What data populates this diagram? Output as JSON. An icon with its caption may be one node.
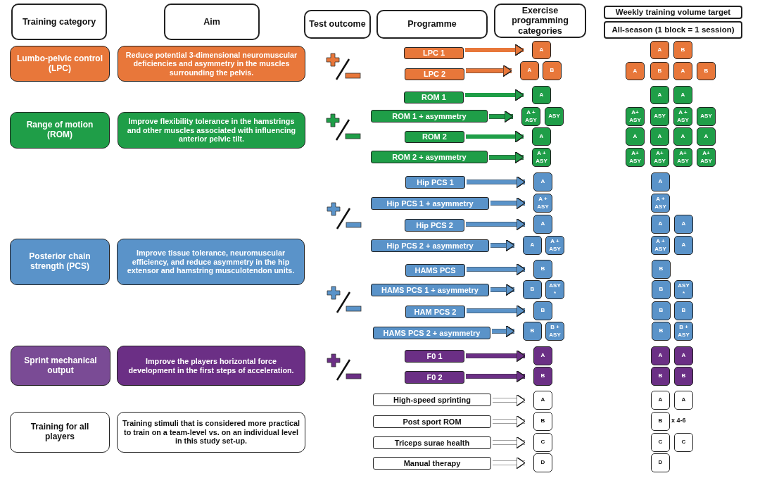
{
  "diagram": {
    "nodes": [
      {
        "text": [
          "Training category"
        ]
      },
      {
        "text": [
          "Aim"
        ]
      },
      {
        "text": [
          "Test outcome"
        ]
      },
      {
        "text": [
          "Programme"
        ]
      },
      {
        "text": [
          "Exercise programming categories"
        ]
      },
      {
        "text": [
          "Weekly training volume target"
        ]
      },
      {
        "text": [
          "All-season (1 block = 1 session)"
        ]
      },
      {
        "text": [
          "Lumbo-pelvic control (LPC)"
        ]
      },
      {
        "text": [
          "Reduce potential 3-dimensional neuromuscular deficiencies and asymmetry in the muscles surrounding the pelvis."
        ]
      },
      {
        "text": [
          "LPC 1"
        ]
      },
      {
        "text": [
          "A"
        ]
      },
      {
        "text": [
          "A"
        ]
      },
      {
        "text": [
          "B"
        ]
      },
      {
        "text": [
          "LPC 2"
        ]
      },
      {
        "text": [
          "A"
        ]
      },
      {
        "text": [
          "B"
        ]
      },
      {
        "text": [
          "A"
        ]
      },
      {
        "text": [
          "B"
        ]
      },
      {
        "text": [
          "A"
        ]
      },
      {
        "text": [
          "B"
        ]
      },
      {
        "text": [
          "Range of motion (ROM)"
        ]
      },
      {
        "text": [
          "Improve flexibility tolerance in the hamstrings and other muscles associated with influencing anterior pelvic tilt."
        ]
      },
      {
        "text": [
          "ROM 1"
        ]
      },
      {
        "text": [
          "A"
        ]
      },
      {
        "text": [
          "A"
        ]
      },
      {
        "text": [
          "A"
        ]
      },
      {
        "text": [
          "ROM 1 + asymmetry"
        ]
      },
      {
        "text": [
          "A + ASY"
        ]
      },
      {
        "text": [
          "ASY"
        ]
      },
      {
        "text": [
          "A+ ASY"
        ]
      },
      {
        "text": [
          "ASY"
        ]
      },
      {
        "text": [
          "A + ASY"
        ]
      },
      {
        "text": [
          "ASY"
        ]
      },
      {
        "text": [
          "ROM 2"
        ]
      },
      {
        "text": [
          "A"
        ]
      },
      {
        "text": [
          "A"
        ]
      },
      {
        "text": [
          "A"
        ]
      },
      {
        "text": [
          "A"
        ]
      },
      {
        "text": [
          "A"
        ]
      },
      {
        "text": [
          "ROM 2 + asymmetry"
        ]
      },
      {
        "text": [
          "A + ASY"
        ]
      },
      {
        "text": [
          "A+ ASY"
        ]
      },
      {
        "text": [
          "A+ ASY"
        ]
      },
      {
        "text": [
          "A+ ASY"
        ]
      },
      {
        "text": [
          "A+ ASY"
        ]
      },
      {
        "text": [
          "Posterior chain strength (PCS)"
        ]
      },
      {
        "text": [
          "Improve tissue tolerance, neuromuscular efficiency, and reduce asymmetry in the hip extensor and hamstring musculotendon units."
        ]
      },
      {
        "text": [
          "Hip PCS 1"
        ]
      },
      {
        "text": [
          "A"
        ]
      },
      {
        "text": [
          "A"
        ]
      },
      {
        "text": [
          "Hip PCS 1 + asymmetry"
        ]
      },
      {
        "text": [
          "A + ASY"
        ]
      },
      {
        "text": [
          "A + ASY"
        ]
      },
      {
        "text": [
          "Hip PCS 2"
        ]
      },
      {
        "text": [
          "A"
        ]
      },
      {
        "text": [
          "A"
        ]
      },
      {
        "text": [
          "A"
        ]
      },
      {
        "text": [
          "Hip PCS 2 + asymmetry"
        ]
      },
      {
        "text": [
          "A"
        ]
      },
      {
        "text": [
          "A + ASY"
        ]
      },
      {
        "text": [
          "A + ASY"
        ]
      },
      {
        "text": [
          "A"
        ]
      },
      {
        "text": [
          "HAMS PCS"
        ]
      },
      {
        "text": [
          "B"
        ]
      },
      {
        "text": [
          "B"
        ]
      },
      {
        "text": [
          "HAMS PCS 1 + asymmetry"
        ]
      },
      {
        "text": [
          "B"
        ]
      },
      {
        "text": [
          "ASY *"
        ]
      },
      {
        "text": [
          "B"
        ]
      },
      {
        "text": [
          "ASY *"
        ]
      },
      {
        "text": [
          "HAM PCS 2"
        ]
      },
      {
        "text": [
          "B"
        ]
      },
      {
        "text": [
          "B"
        ]
      },
      {
        "text": [
          "B"
        ]
      },
      {
        "text": [
          "HAMS PCS 2 + asymmetry"
        ]
      },
      {
        "text": [
          "B"
        ]
      },
      {
        "text": [
          "B + ASY"
        ]
      },
      {
        "text": [
          "B"
        ]
      },
      {
        "text": [
          "B + ASY"
        ]
      },
      {
        "text": [
          "Sprint mechanical output"
        ]
      },
      {
        "text": [
          "Improve the players horizontal force development in the first steps of acceleration."
        ]
      },
      {
        "text": [
          "F0 1"
        ]
      },
      {
        "text": [
          "A"
        ]
      },
      {
        "text": [
          "A"
        ]
      },
      {
        "text": [
          "A"
        ]
      },
      {
        "text": [
          "F0 2"
        ]
      },
      {
        "text": [
          "B"
        ]
      },
      {
        "text": [
          "B"
        ]
      },
      {
        "text": [
          "B"
        ]
      },
      {
        "text": [
          "Training for all players"
        ]
      },
      {
        "text": [
          "Training stimuli that is considered more practical to train on a team-level vs. on an individual level in this study set-up."
        ]
      },
      {
        "text": [
          "High-speed sprinting"
        ]
      },
      {
        "text": [
          "A"
        ]
      },
      {
        "text": [
          "A"
        ]
      },
      {
        "text": [
          "A"
        ]
      },
      {
        "text": [
          "Post sport ROM"
        ]
      },
      {
        "text": [
          "B"
        ]
      },
      {
        "text": [
          "B"
        ]
      },
      {
        "text": [
          "Triceps surae health"
        ]
      },
      {
        "text": [
          "C"
        ]
      },
      {
        "text": [
          "C"
        ]
      },
      {
        "text": [
          "C"
        ]
      },
      {
        "text": [
          "Manual therapy"
        ]
      },
      {
        "text": [
          "D"
        ]
      },
      {
        "text": [
          "D"
        ]
      }
    ],
    "edges": [
      {
        "from": 9,
        "to": 10,
        "arrow": "to",
        "color": "#e8773a"
      },
      {
        "from": 13,
        "to": 14,
        "arrow": "to",
        "color": "#e8773a"
      },
      {
        "from": 22,
        "to": 23,
        "arrow": "to",
        "color": "#1f9e48"
      },
      {
        "from": 26,
        "to": 27,
        "arrow": "to",
        "color": "#1f9e48"
      },
      {
        "from": 33,
        "to": 34,
        "arrow": "to",
        "color": "#1f9e48"
      },
      {
        "from": 39,
        "to": 40,
        "arrow": "to",
        "color": "#1f9e48"
      },
      {
        "from": 47,
        "to": 48,
        "arrow": "to"
      },
      {
        "from": 50,
        "to": 51,
        "arrow": "to"
      },
      {
        "from": 53,
        "to": 54,
        "arrow": "to"
      },
      {
        "from": 57,
        "to": 58,
        "arrow": "to"
      },
      {
        "from": 62,
        "to": 63,
        "arrow": "to"
      },
      {
        "from": 65,
        "to": 66,
        "arrow": "to"
      },
      {
        "from": 70,
        "to": 71,
        "arrow": "to"
      },
      {
        "from": 74,
        "to": 75,
        "arrow": "to"
      },
      {
        "from": 81,
        "to": 82,
        "arrow": "to",
        "color": "#6b2f85"
      },
      {
        "from": 85,
        "to": 86,
        "arrow": "to",
        "color": "#6b2f85"
      },
      {
        "from": 91,
        "to": 92,
        "arrow": "to",
        "color": "#ffffff"
      },
      {
        "from": 95,
        "to": 96,
        "arrow": "to",
        "color": "#ffffff"
      },
      {
        "from": 98,
        "to": 99,
        "arrow": "to",
        "color": "#ffffff"
      },
      {
        "from": 102,
        "to": 103,
        "arrow": "to",
        "color": "#ffffff"
      }
    ],
    "labels": [
      "x 4-6"
    ]
  }
}
